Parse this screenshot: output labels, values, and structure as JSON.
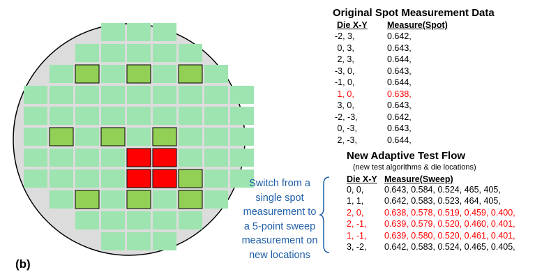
{
  "figure_label": "(b)",
  "colors": {
    "wafer_bg": "#dcdcdc",
    "die_normal": "#9ee4b0",
    "die_marked": "#92cf55",
    "die_fail": "#ff0000",
    "callout": "#1f5fa8"
  },
  "wafer_map": {
    "cols": [
      -4,
      -3,
      -2,
      -1,
      0,
      1,
      2,
      3,
      4
    ],
    "row_sizes": [
      3,
      5,
      7,
      9,
      9,
      9,
      9,
      9,
      7,
      5,
      3
    ],
    "marked_dies": [
      [
        -2,
        3
      ],
      [
        0,
        3
      ],
      [
        2,
        3
      ],
      [
        1,
        0
      ],
      [
        -3,
        0
      ],
      [
        -1,
        0
      ],
      [
        0,
        -1
      ],
      [
        2,
        -2
      ],
      [
        -2,
        -3
      ],
      [
        0,
        -3
      ],
      [
        2,
        -3
      ]
    ],
    "fail_dies": [
      [
        0,
        -1
      ],
      [
        1,
        -1
      ],
      [
        0,
        -2
      ],
      [
        1,
        -2
      ]
    ]
  },
  "spot": {
    "title": "Original Spot Measurement Data",
    "header_die": "Die X-Y",
    "header_measure": "Measure(Spot)",
    "rows": [
      {
        "die": "-2, 3,",
        "value": "0.642,",
        "highlight": false
      },
      {
        "die": " 0, 3,",
        "value": "0.643,",
        "highlight": false
      },
      {
        "die": " 2, 3,",
        "value": "0.644,",
        "highlight": false
      },
      {
        "die": "-3, 0,",
        "value": "0.643,",
        "highlight": false
      },
      {
        "die": "-1, 0,",
        "value": "0.644,",
        "highlight": false
      },
      {
        "die": " 1, 0,",
        "value": "0.638,",
        "highlight": true
      },
      {
        "die": " 3, 0,",
        "value": "0.643,",
        "highlight": false
      },
      {
        "die": "-2, -3,",
        "value": "0.642,",
        "highlight": false
      },
      {
        "die": " 0, -3,",
        "value": "0.643,",
        "highlight": false
      },
      {
        "die": " 2, -3,",
        "value": "0.644,",
        "highlight": false
      }
    ]
  },
  "adaptive": {
    "title": "New Adaptive Test Flow",
    "subtitle": "(new test algorithms & die locations)",
    "header_die": "Die X-Y",
    "header_measure": "Measure(Sweep)",
    "rows": [
      {
        "die": "0, 0,",
        "value": "0.643, 0.584, 0.524, 465, 405,",
        "highlight": false
      },
      {
        "die": "1, 1,",
        "value": "0.642, 0.583, 0.523, 464, 405,",
        "highlight": false
      },
      {
        "die": "2, 0,",
        "value": "0.638, 0.578, 0.519, 0.459, 0.400,",
        "highlight": true
      },
      {
        "die": "2, -1,",
        "value": "0.639, 0.579, 0.520, 0.460, 0.401,",
        "highlight": true
      },
      {
        "die": "1, -1,",
        "value": "0.639, 0.580, 0.520, 0.461, 0.401,",
        "highlight": true
      },
      {
        "die": "3, -2,",
        "value": "0.642, 0.583, 0.524, 0.465, 0.405,",
        "highlight": false
      }
    ]
  },
  "callout": "Switch from a single spot measurement to a 5-point sweep measurement on new locations"
}
